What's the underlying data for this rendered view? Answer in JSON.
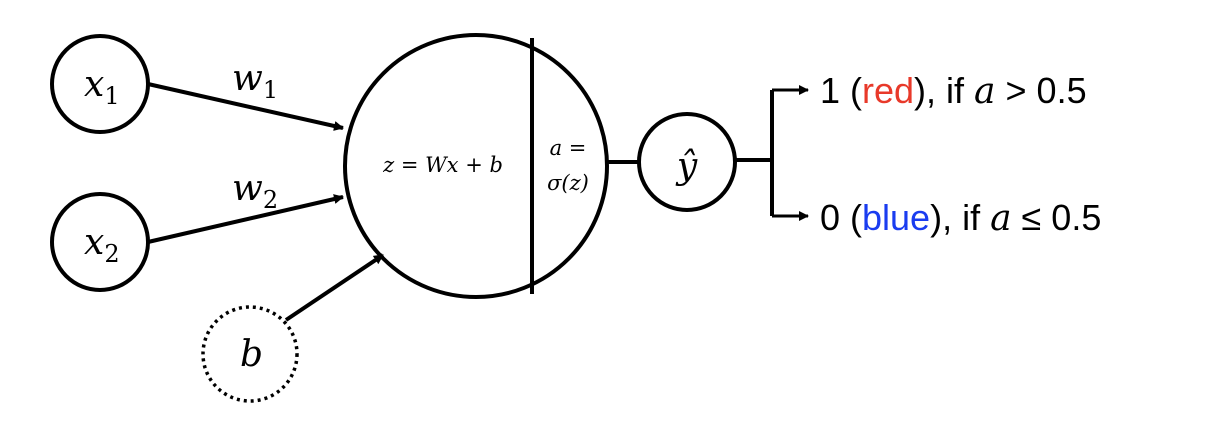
{
  "nodes": {
    "x1": {
      "var": "x",
      "sub": "1"
    },
    "x2": {
      "var": "x",
      "sub": "2"
    },
    "b": "b",
    "neuron_linear": "z = Wx + b",
    "neuron_act_line1": "a =",
    "neuron_act_line2": "σ(z)",
    "output": "ŷ"
  },
  "weights": {
    "w1": {
      "var": "w",
      "sub": "1"
    },
    "w2": {
      "var": "w",
      "sub": "2"
    }
  },
  "outputs": [
    {
      "value": "1 (",
      "color_word": "red",
      "rest": "), if ",
      "cond_var": "a",
      "cond_op": " > 0.5",
      "color": "#e8392a"
    },
    {
      "value": "0 (",
      "color_word": "blue",
      "rest": "), if ",
      "cond_var": "a",
      "cond_op": " ≤ 0.5",
      "color": "#1a3cf0"
    }
  ]
}
